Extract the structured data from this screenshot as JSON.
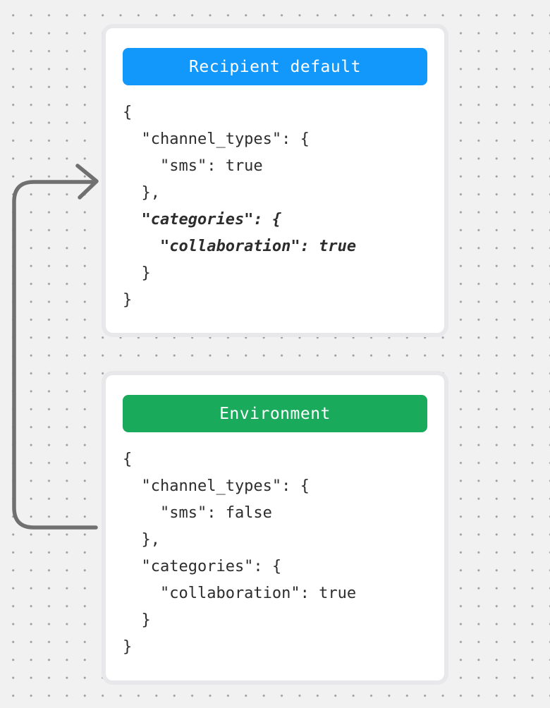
{
  "canvas": {
    "background_color": "#f1f1f2",
    "dot_color": "#9b9ba1"
  },
  "arrow": {
    "description": "curved arrow from left of Environment card up to left of Recipient default card, pointing right",
    "color": "#707070"
  },
  "cards": [
    {
      "title": "Recipient default",
      "title_bg": "#1297fb",
      "code_lines": [
        {
          "text": "{",
          "emphasis": false
        },
        {
          "text": "  \"channel_types\": {",
          "emphasis": false
        },
        {
          "text": "    \"sms\": true",
          "emphasis": false
        },
        {
          "text": "  },",
          "emphasis": false
        },
        {
          "text": "  \"categories\": {",
          "emphasis": true
        },
        {
          "text": "    \"collaboration\": true",
          "emphasis": true
        },
        {
          "text": "  }",
          "emphasis": false
        },
        {
          "text": "}",
          "emphasis": false
        }
      ]
    },
    {
      "title": "Environment",
      "title_bg": "#1aaa5c",
      "code_lines": [
        {
          "text": "{",
          "emphasis": false
        },
        {
          "text": "  \"channel_types\": {",
          "emphasis": false
        },
        {
          "text": "    \"sms\": false",
          "emphasis": false
        },
        {
          "text": "  },",
          "emphasis": false
        },
        {
          "text": "  \"categories\": {",
          "emphasis": false
        },
        {
          "text": "    \"collaboration\": true",
          "emphasis": false
        },
        {
          "text": "  }",
          "emphasis": false
        },
        {
          "text": "}",
          "emphasis": false
        }
      ]
    }
  ]
}
